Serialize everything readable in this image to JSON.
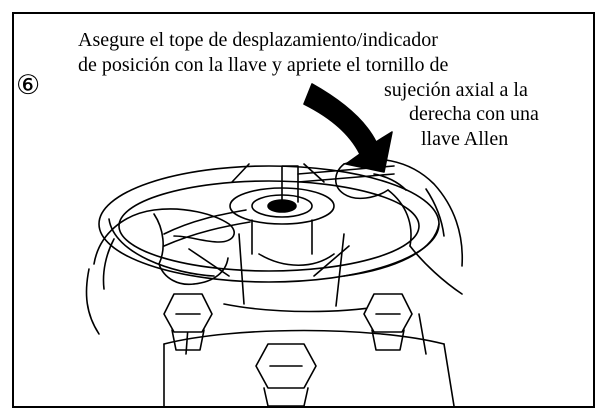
{
  "instruction": {
    "step_number": "⑥",
    "lines": [
      "Asegure el tope de desplazamiento/indicador",
      "de posición con la llave y apriete el tornillo de",
      "sujeción axial a la",
      "derecha con una",
      "llave Allen"
    ]
  }
}
